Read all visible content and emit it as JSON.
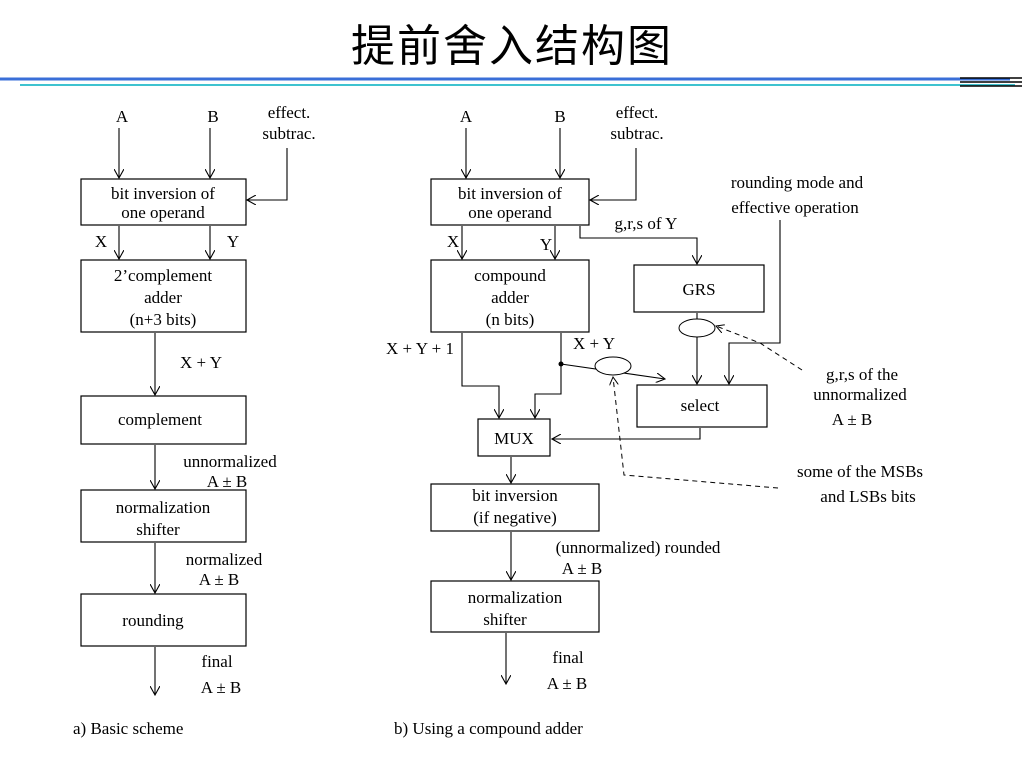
{
  "title": "提前舍入结构图",
  "left": {
    "input_a": "A",
    "input_b": "B",
    "effect_1": "effect.",
    "effect_2": "subtrac.",
    "inversion_1": "bit inversion of",
    "inversion_2": "one operand",
    "x": "X",
    "y": "Y",
    "adder_1": "2’complement",
    "adder_2": "adder",
    "adder_3": "(n+3 bits)",
    "sum": "X + Y",
    "complement": "complement",
    "unnorm_1": "unnormalized",
    "unnorm_2": "A ± B",
    "norm_shift_1": "normalization",
    "norm_shift_2": "shifter",
    "norm_1": "normalized",
    "norm_2": "A ± B",
    "rounding": "rounding",
    "final_1": "final",
    "final_2": "A ± B",
    "caption": "a) Basic scheme"
  },
  "right": {
    "input_a": "A",
    "input_b": "B",
    "effect_1": "effect.",
    "effect_2": "subtrac.",
    "inversion_1": "bit inversion of",
    "inversion_2": "one operand",
    "x": "X",
    "y": "Y",
    "grs_y": "g,r,s of Y",
    "mode_1": "rounding mode and",
    "mode_2": "effective operation",
    "adder_1": "compound",
    "adder_2": "adder",
    "adder_3": "(n bits)",
    "grs": "GRS",
    "sum_plus_1": "X + Y + 1",
    "sum": "X + Y",
    "grs_unnorm_1": "g,r,s of the",
    "grs_unnorm_2": "unnormalized",
    "grs_unnorm_3": "A ± B",
    "select": "select",
    "mux": "MUX",
    "msb_1": "some of the MSBs",
    "msb_2": "and LSBs bits",
    "invert_1": "bit inversion",
    "invert_2": "(if negative)",
    "rounded_1": "(unnormalized) rounded",
    "rounded_2": "A ± B",
    "norm_shift_1": "normalization",
    "norm_shift_2": "shifter",
    "final_1": "final",
    "final_2": "A ± B",
    "caption": "b) Using a compound adder"
  }
}
